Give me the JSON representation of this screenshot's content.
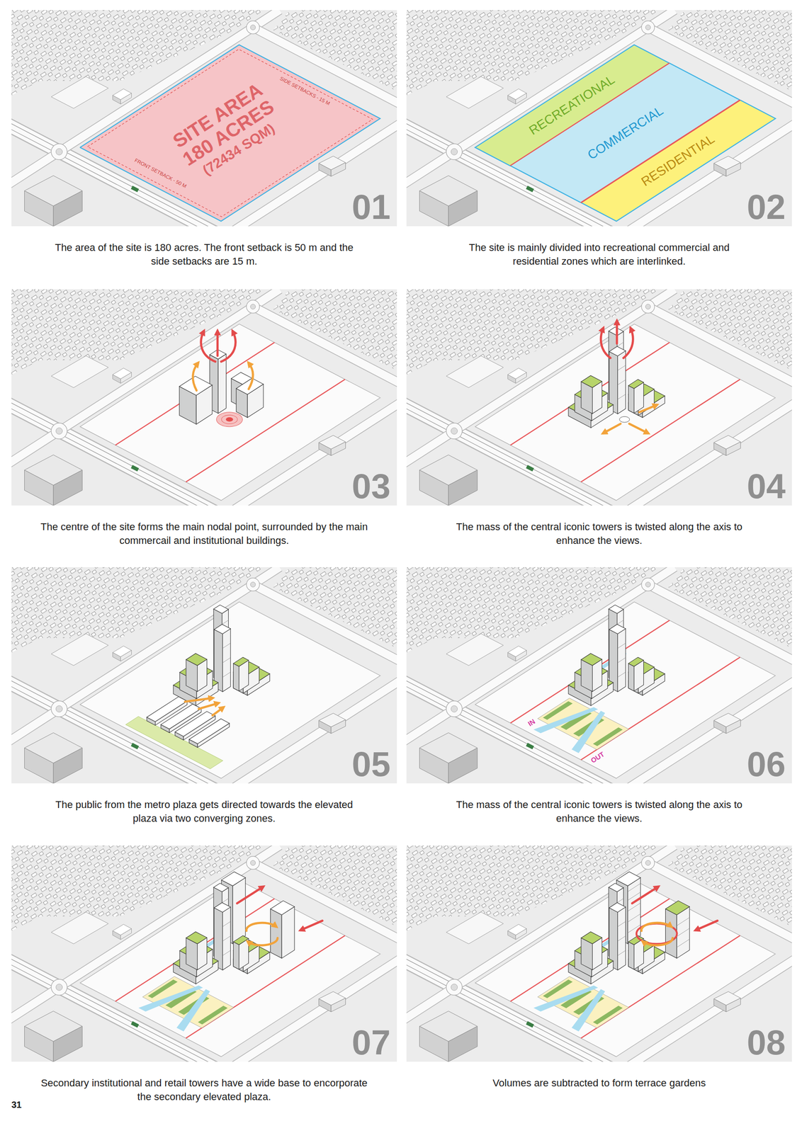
{
  "diagram": {
    "nodes": [
      {
        "text": [
          "SITE AREA",
          "180 ACRES",
          "(72434 SQM)",
          "FRONT SETBACK - 50 M",
          "SIDE SETBACKS - 15 M"
        ]
      },
      {
        "text": [
          "RECREATIONAL"
        ]
      },
      {
        "text": [
          "COMMERCIAL"
        ]
      },
      {
        "text": [
          "RESIDENTIAL"
        ]
      }
    ],
    "labels": [
      "01",
      "The area of the site is 180 acres. The front setback is 50 m and the side setbacks are 15 m.",
      "02",
      "The site is mainly divided into recreational commercial and residential zones which are interlinked.",
      "03",
      "The centre of the site forms the main nodal point, surrounded by the main commercail and institutional buildings.",
      "04",
      "The mass of the central iconic towers is twisted along the axis to enhance the views.",
      "05",
      "The public from the metro plaza gets directed towards the elevated plaza via two converging zones.",
      "IN",
      "OUT",
      "06",
      "The mass of the central iconic towers is twisted along the axis to enhance the views.",
      "07",
      "Secondary institutional and retail towers have a wide base to encorporate the secondary elevated plaza.",
      "08",
      "Volumes are subtracted to form terrace gardens",
      "31"
    ]
  }
}
